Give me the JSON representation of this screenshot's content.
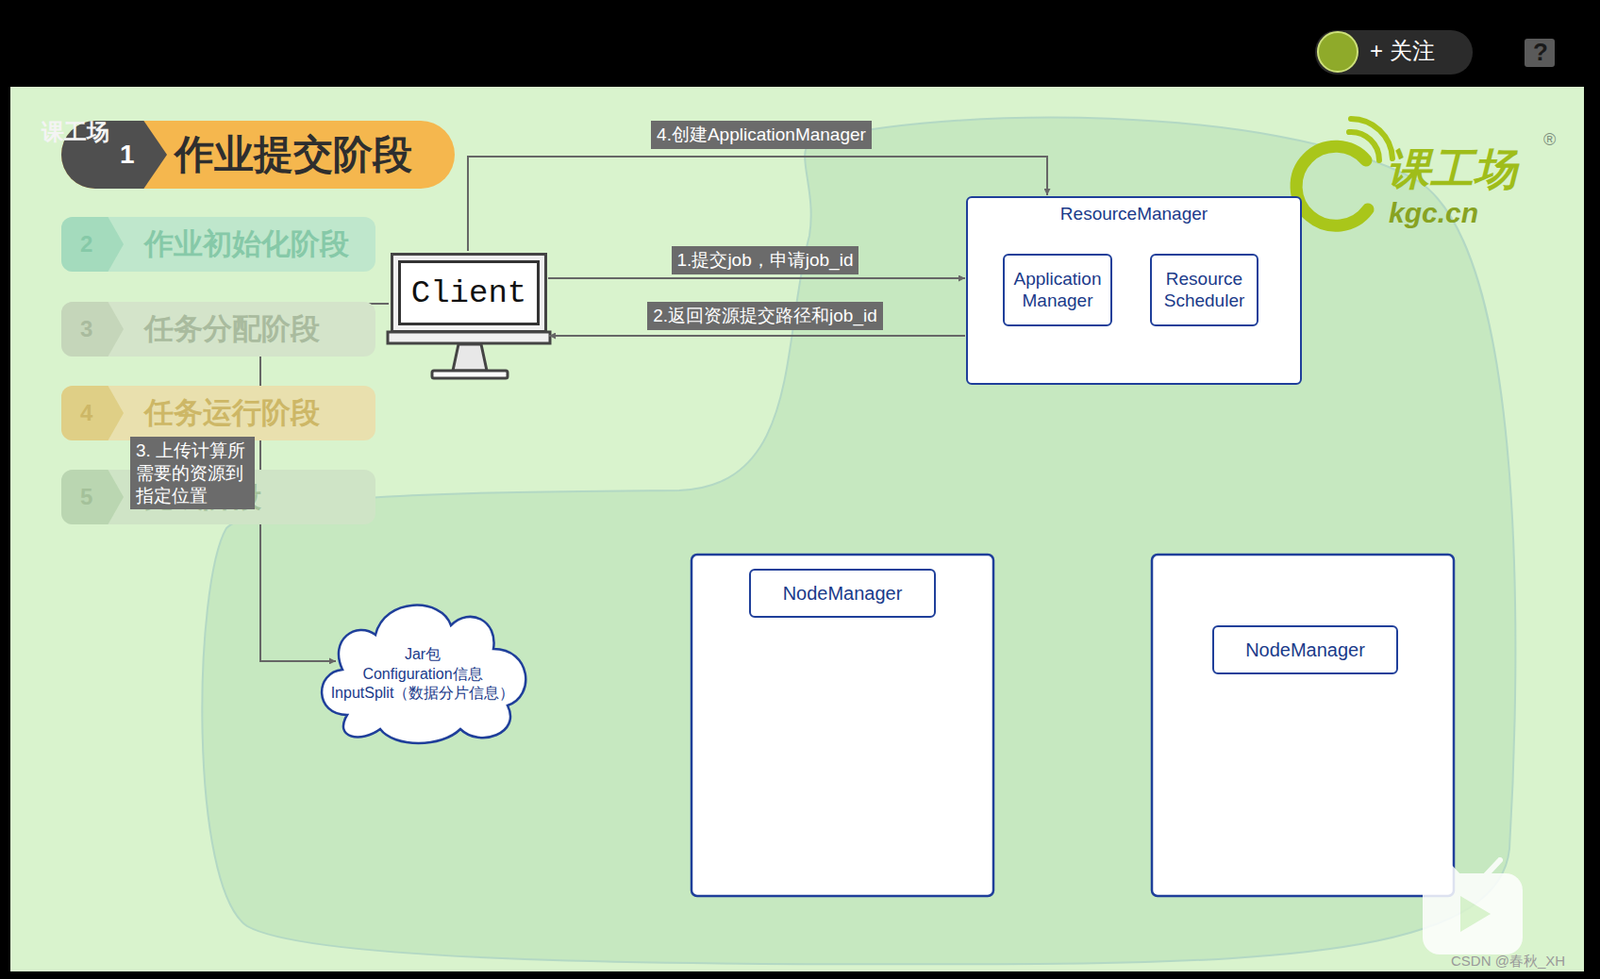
{
  "diagram": {
    "title": "作业提交阶段",
    "nodes": [
      {
        "text": [
          "1"
        ]
      },
      {
        "text": [
          "2",
          "作业初始化阶段"
        ]
      },
      {
        "text": [
          "3",
          "任务分配阶段"
        ]
      },
      {
        "text": [
          "4",
          "任务运行阶段"
        ]
      },
      {
        "text": [
          "5",
          "完成阶段"
        ]
      },
      {
        "text": [
          "Client"
        ]
      },
      {
        "text": [
          "ResourceManager"
        ]
      },
      {
        "text": [
          "Application Manager"
        ],
        "in": 6
      },
      {
        "text": [
          "Resource Scheduler"
        ],
        "in": 6
      },
      {
        "text": [
          "Jar包",
          "Configuration信息",
          "InputSplit（数据分片信息）"
        ]
      },
      {
        "text": [
          "NodeManager"
        ]
      },
      {
        "text": [
          "NodeManager"
        ]
      }
    ],
    "edges": [
      {
        "from": 5,
        "to": 6,
        "label": "1.提交job，申请job_id",
        "arrow": "to"
      },
      {
        "from": 6,
        "to": 5,
        "label": "2.返回资源提交路径和job_id",
        "arrow": "to"
      },
      {
        "from": 5,
        "to": 9,
        "label": "3. 上传计算所需要的资源到指定位置",
        "arrow": "to"
      },
      {
        "from": 5,
        "to": 6,
        "label": "4.创建ApplicationManager",
        "arrow": "to"
      }
    ],
    "labels": [
      "课工场",
      "+ 关注",
      "?",
      "课工场",
      "kgc.cn",
      "®",
      "CSDN @春秋_XH"
    ]
  }
}
